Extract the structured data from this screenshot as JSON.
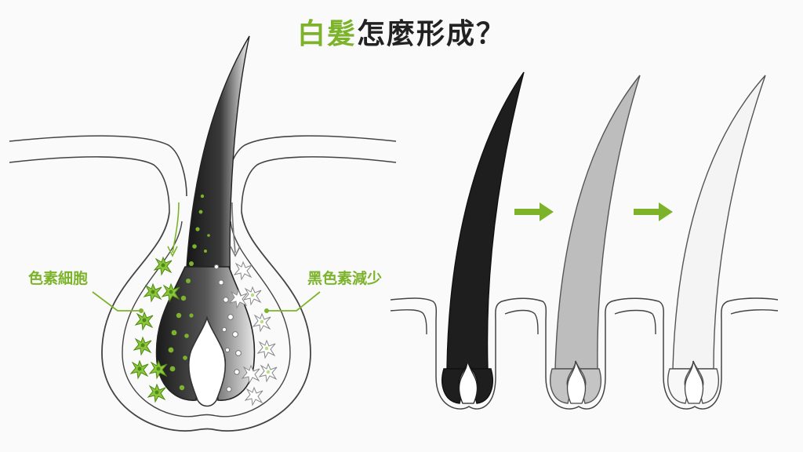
{
  "title": {
    "highlight": "白髮",
    "rest": "怎麼形成？"
  },
  "labels": {
    "melanocytes": "色素細胞",
    "melanin_reduced": "黑色素減少"
  },
  "colors": {
    "accent": "#7cb32b",
    "accent_dark": "#4f8a10",
    "hair_black": "#1e1e1e",
    "hair_gray": "#bdbdbd",
    "hair_white": "#f4f4f4",
    "outline": "#444444",
    "background": "#fafafa"
  },
  "stages": [
    {
      "shade": "black"
    },
    {
      "shade": "gray"
    },
    {
      "shade": "white"
    }
  ]
}
